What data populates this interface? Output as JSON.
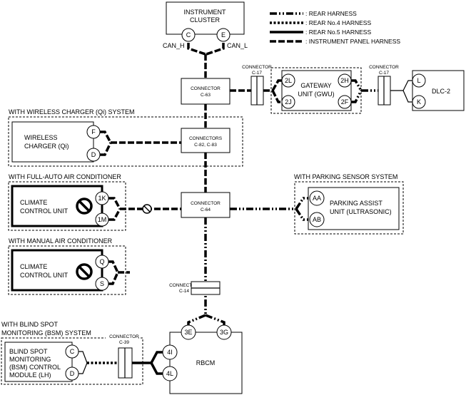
{
  "legend": [
    {
      "label": ": REAR HARNESS",
      "style": "rear"
    },
    {
      "label": ": REAR No.4 HARNESS",
      "style": "no4"
    },
    {
      "label": ": REAR No.5 HARNESS",
      "style": "no5"
    },
    {
      "label": ": INSTRUMENT PANEL HARNESS",
      "style": "ip"
    }
  ],
  "instrument_cluster": {
    "line1": "INSTRUMENT",
    "line2": "CLUSTER",
    "pin_c": "C",
    "pin_e": "E",
    "can_h": "CAN_H",
    "can_l": "CAN_L"
  },
  "connector_c63": {
    "line1": "CONNECTOR",
    "line2": "C-63"
  },
  "connector_c17_left": {
    "line1": "CONNECTOR",
    "line2": "C-17"
  },
  "connector_c17_right": {
    "line1": "CONNECTOR",
    "line2": "C-17"
  },
  "gateway": {
    "line1": "GATEWAY",
    "line2": "UNIT (GWU)",
    "pin_2l": "2L",
    "pin_2j": "2J",
    "pin_2h": "2H",
    "pin_2f": "2F"
  },
  "dlc": {
    "label": "DLC-2",
    "pin_l": "L",
    "pin_k": "K"
  },
  "wireless_group": {
    "title": "WITH WIRELESS CHARGER (Qi) SYSTEM",
    "line1": "WIRELESS",
    "line2": "CHARGER (Qi)",
    "pin_f": "F",
    "pin_d": "D"
  },
  "connector_c82": {
    "line1": "CONNECTORS",
    "line2": "C-82, C-83"
  },
  "full_auto_group": {
    "title": "WITH FULL-AUTO AIR CONDITIONER",
    "line1": "CLIMATE",
    "line2": "CONTROL UNIT",
    "pin_1k": "1K",
    "pin_1m": "1M"
  },
  "connector_c64": {
    "line1": "CONNECTOR",
    "line2": "C-64"
  },
  "parking_group": {
    "title": "WITH PARKING SENSOR SYSTEM",
    "line1": "PARKING ASSIST",
    "line2": "UNIT (ULTRASONIC)",
    "pin_aa": "AA",
    "pin_ab": "AB"
  },
  "manual_group": {
    "title": "WITH MANUAL AIR CONDITIONER",
    "line1": "CLIMATE",
    "line2": "CONTROL UNIT",
    "pin_q": "Q",
    "pin_s": "S"
  },
  "connector_c14": {
    "line1": "CONNECTOR",
    "line2": "C-14"
  },
  "rbcm": {
    "label": "RBCM",
    "pin_3e": "3E",
    "pin_3g": "3G",
    "pin_4i": "4I",
    "pin_4l": "4L"
  },
  "bsm_group": {
    "title_line1": "WITH BLIND SPOT",
    "title_line2": "MONITORING (BSM) SYSTEM",
    "line1": "BLIND SPOT",
    "line2": "MONITORING",
    "line3": "(BSM) CONTROL",
    "line4": "MODULE (LH)",
    "pin_c": "C",
    "pin_d": "D"
  },
  "connector_c39": {
    "line1": "CONNECTOR",
    "line2": "C-39"
  }
}
